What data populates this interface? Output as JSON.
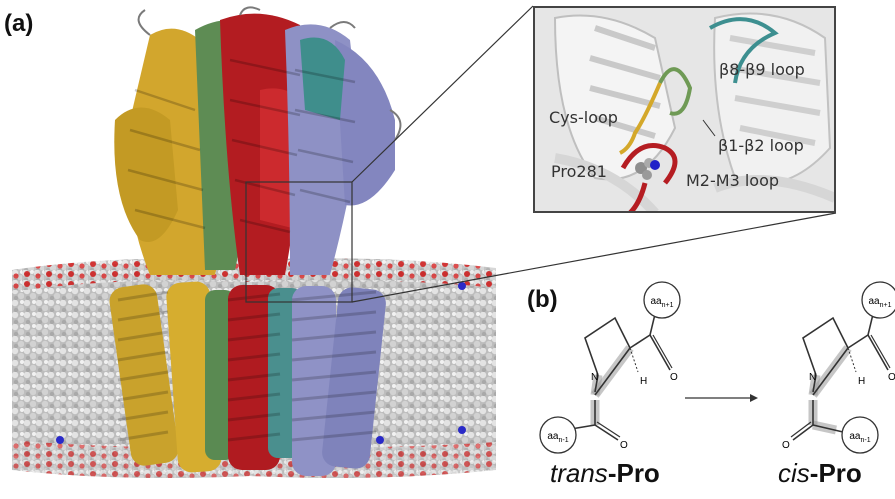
{
  "panels": {
    "a": "(a)",
    "b": "(b)"
  },
  "inset_labels": {
    "b8b9": "β8-β9 loop",
    "cys": "Cys-loop",
    "b1b2": "β1-β2 loop",
    "pro": "Pro281",
    "m2m3": "M2-M3 loop"
  },
  "chem": {
    "left": {
      "prefix": "trans",
      "suffix": "-Pro",
      "aa_top": "aa",
      "aa_top_sub": "n+1",
      "aa_bottom": "aa",
      "aa_bottom_sub": "n-1",
      "atom_n": "N",
      "atom_h": "H",
      "atom_o1": "O",
      "atom_o2": "O"
    },
    "right": {
      "prefix": "cis",
      "suffix": "-Pro",
      "aa_top": "aa",
      "aa_top_sub": "n+1",
      "aa_bottom": "aa",
      "aa_bottom_sub": "n-1",
      "atom_n": "N",
      "atom_h": "H",
      "atom_o1": "O",
      "atom_o2": "O"
    }
  },
  "colors": {
    "yellow": "#d4a82a",
    "green": "#5f8f55",
    "red": "#b51d22",
    "blue": "#8c8fc4",
    "teal": "#3d8f90",
    "lipid": "#c9c9c9",
    "oxygen": "#d01818",
    "nitrogen": "#2020c8"
  }
}
